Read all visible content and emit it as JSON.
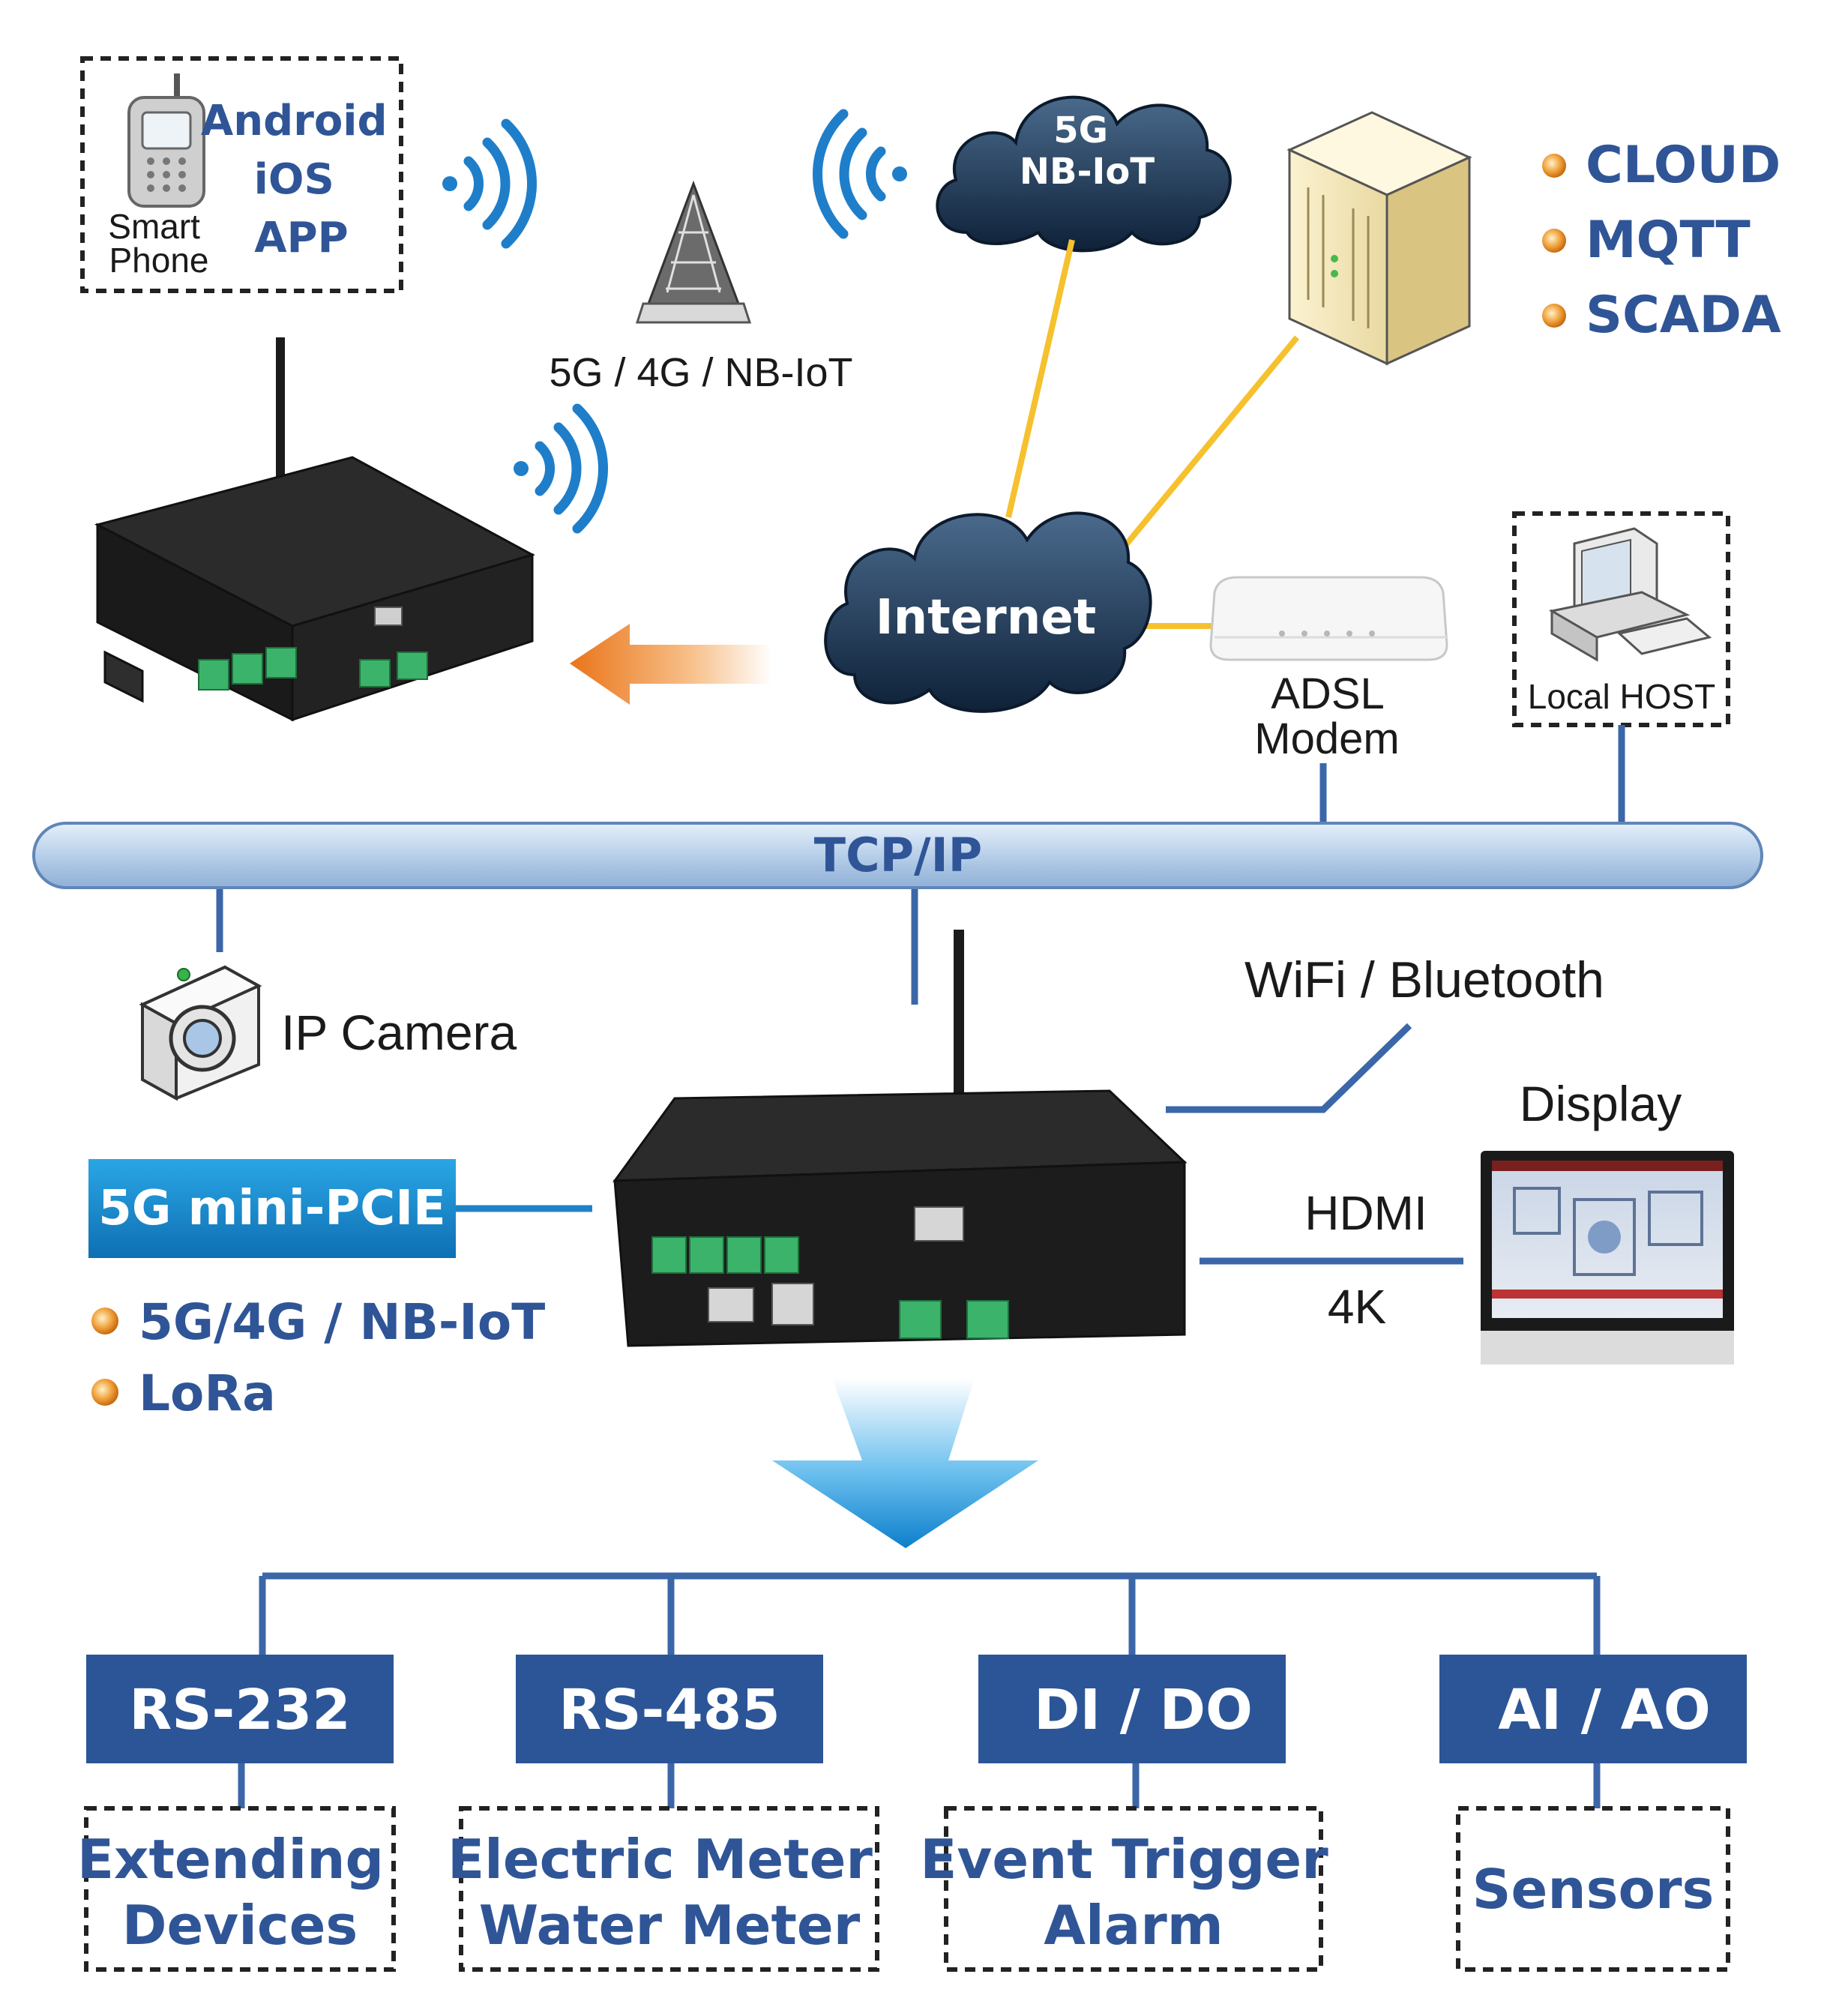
{
  "top": {
    "phone_label": "Smart\nPhone",
    "app_lines": [
      "Android",
      "iOS",
      "APP"
    ],
    "tower_label": "5G / 4G / NB-IoT",
    "cloud_5g_lines": [
      "5G",
      "NB-IoT"
    ],
    "server_items": [
      "CLOUD",
      "MQTT",
      "SCADA"
    ],
    "internet_label": "Internet",
    "modem_label": "ADSL\nModem",
    "local_host_label": "Local HOST"
  },
  "bus": {
    "label": "TCP/IP"
  },
  "middle": {
    "camera_label": "IP Camera",
    "wifi_label": "WiFi / Bluetooth",
    "display_label": "Display",
    "hdmi_label": "HDMI",
    "k4_label": "4K",
    "pcie_label": "5G mini-PCIE",
    "modules": [
      "5G/4G / NB-IoT",
      "LoRa"
    ]
  },
  "interfaces": [
    {
      "name": "RS-232",
      "device": "Extending\nDevices"
    },
    {
      "name": "RS-485",
      "device": "Electric Meter\nWater Meter"
    },
    {
      "name": "DI / DO",
      "device": "Event Trigger\nAlarm"
    },
    {
      "name": "AI / AO",
      "device": "Sensors"
    }
  ],
  "colors": {
    "brand_blue": "#2f5597",
    "box_blue": "#2b5597",
    "wire_blue": "#3b67a8",
    "link_yellow": "#f6c12e",
    "bullet_orange": "#e88a1e",
    "arrow_blue": "#1e90d6",
    "arrow_orange": "#ee7f1c"
  }
}
